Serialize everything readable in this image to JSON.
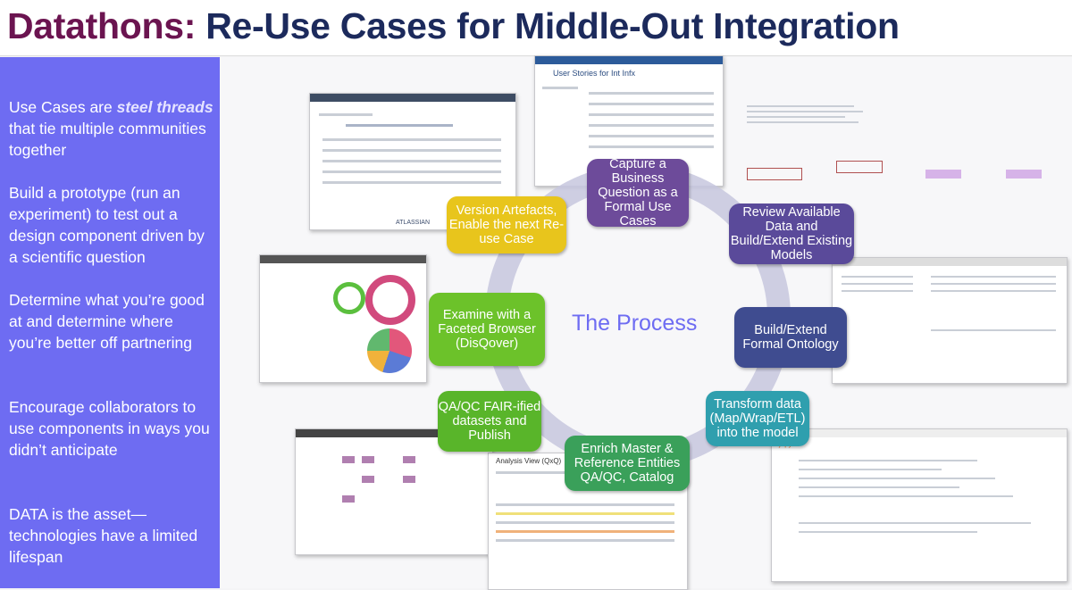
{
  "title": {
    "part1": "Datathons: ",
    "part2": "Re-Use Cases for Middle-Out Integration"
  },
  "bullets": {
    "b1_pre": "Use Cases are ",
    "b1_em": "steel threads",
    "b1_post": " that tie multiple communities together",
    "b2": "Build a prototype (run an experiment) to test out a design component driven by a scientific question",
    "b3": "Determine what you’re good at and determine where you’re better off partnering",
    "b4": "Encourage collaborators to use components in ways you didn’t anticipate",
    "b5": "DATA is the asset—technologies have a limited lifespan"
  },
  "diagram": {
    "center_label": "The Process",
    "nodes": [
      {
        "label": "Capture a Business Question as a Formal Use Cases",
        "color": "#6d4b9a"
      },
      {
        "label": "Review Available Data and Build/Extend Existing Models",
        "color": "#5a4a9a"
      },
      {
        "label": "Build/Extend Formal Ontology",
        "color": "#3f4c90"
      },
      {
        "label": "Transform data (Map/Wrap/ETL) into the model",
        "color": "#2f9fae"
      },
      {
        "label": "Enrich Master & Reference Entities QA/QC, Catalog",
        "color": "#3aa05a"
      },
      {
        "label": "QA/QC FAIR-ified datasets and Publish",
        "color": "#59b52a"
      },
      {
        "label": "Examine with a Faceted Browser (DisQover)",
        "color": "#6cc22a"
      },
      {
        "label": "Version Artefacts, Enable the next Re-use Case",
        "color": "#e8c51c"
      }
    ]
  },
  "screenshots": {
    "confluence_brand": "ATLASSIAN",
    "user_stories_title": "User Stories for Int Infx",
    "analysis_title": "Analysis View (QxQ)",
    "code_title": "jupyter"
  }
}
